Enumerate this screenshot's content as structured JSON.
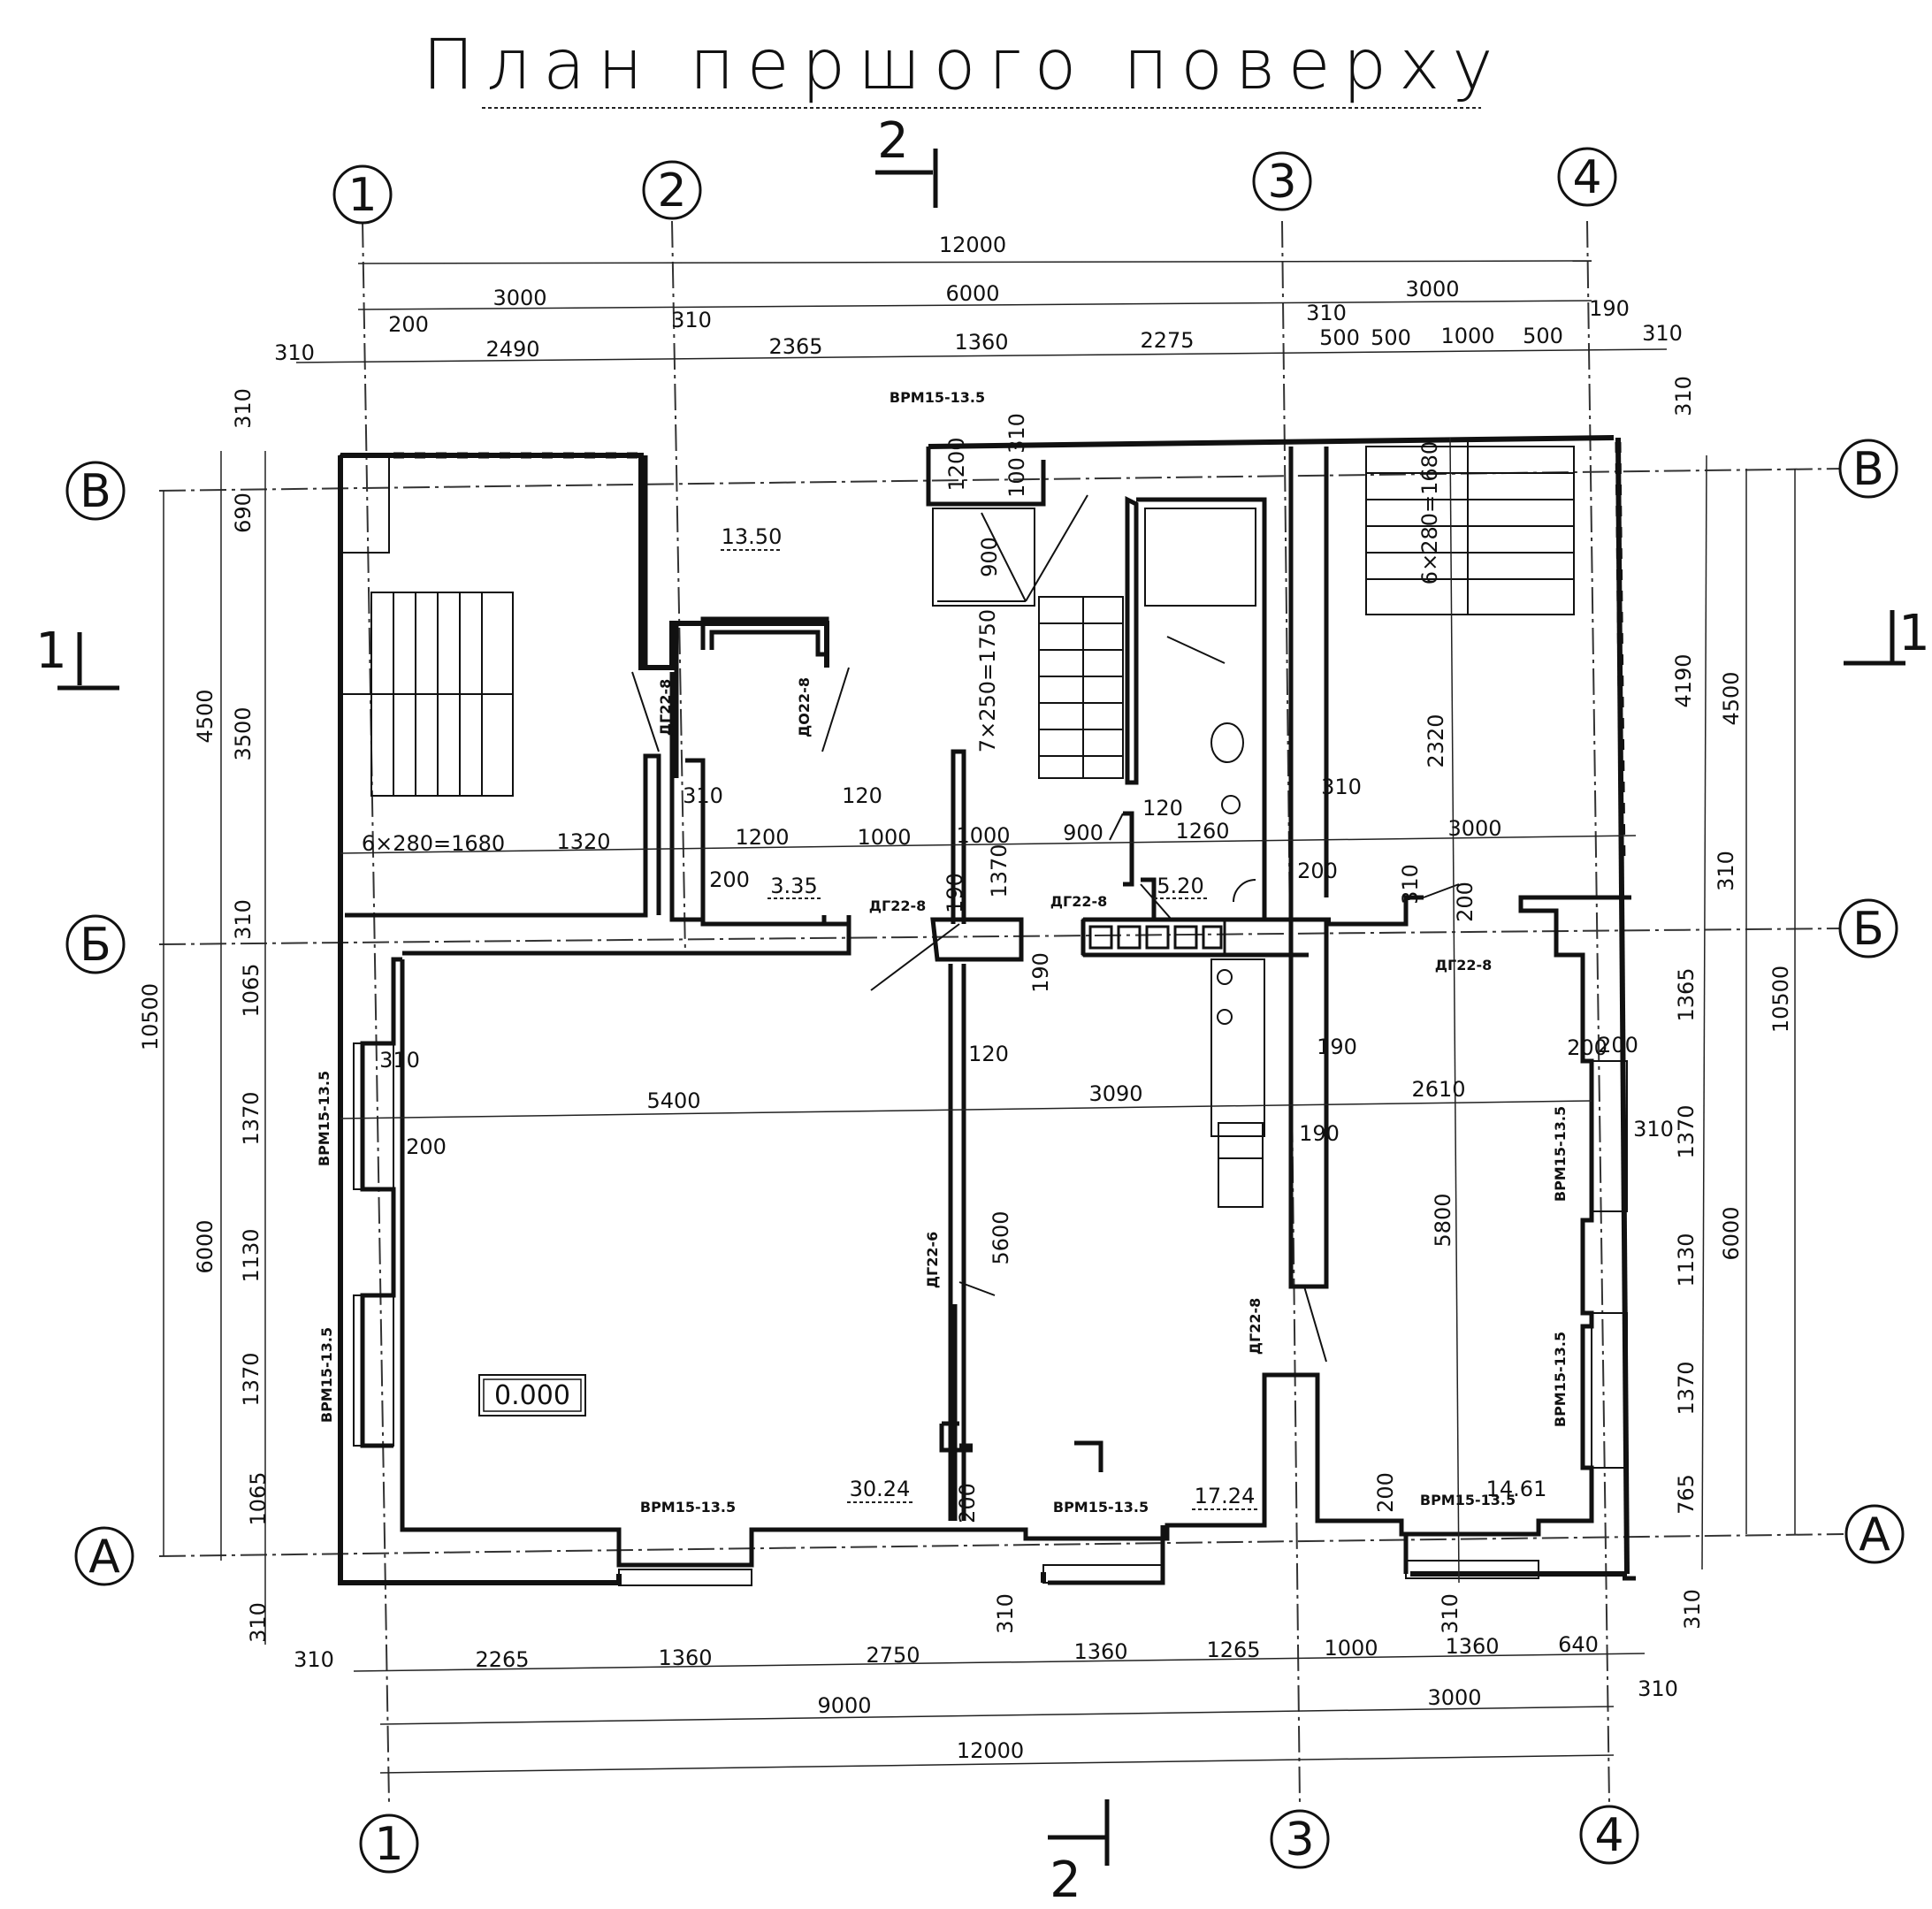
{
  "title": "План першого поверху",
  "axes": {
    "numeric": [
      "1",
      "2",
      "3",
      "4"
    ],
    "letters": [
      "В",
      "Б",
      "А"
    ]
  },
  "section_cuts": {
    "s1": "1",
    "s2": "2"
  },
  "elevation": "0.000",
  "rooms": {
    "r1": "13.50",
    "r2": "3.35",
    "r3": "5.20",
    "r4": "30.24",
    "r5": "17.24",
    "r6": "14.61"
  },
  "marks": {
    "win": "ВРМ15-13.5",
    "door1": "ДГ22-8",
    "door2": "ДО22-8",
    "door3": "ДГ22-6",
    "door4": "ДГ22-8"
  },
  "stairs": {
    "left": "6×280=1680",
    "middle": "7×250=1750",
    "right": "6×280=1680"
  },
  "dims_top": {
    "total": "12000",
    "d3000a": "3000",
    "d6000": "6000",
    "d3000b": "3000",
    "c310a": "310",
    "c200": "200",
    "c2490": "2490",
    "c310b": "310",
    "c2365": "2365",
    "c1360": "1360",
    "c2275": "2275",
    "c310c": "310",
    "c500a": "500",
    "c500b": "500",
    "c1000": "1000",
    "c500c": "500",
    "c190": "190",
    "c310d": "310"
  },
  "dims_bottom": {
    "total": "12000",
    "d9000": "9000",
    "d3000": "3000",
    "b310a": "310",
    "b2265": "2265",
    "b1360a": "1360",
    "b2750": "2750",
    "b1360b": "1360",
    "b1265": "1265",
    "b1000": "1000",
    "b1360c": "1360",
    "b640": "640",
    "b310b": "310"
  },
  "dims_left": {
    "total": "10500",
    "d4500": "4500",
    "d6000": "6000",
    "l310a": "310",
    "l690": "690",
    "l3500": "3500",
    "l310b": "310",
    "l1065a": "1065",
    "l1370a": "1370",
    "l1130": "1130",
    "l1370b": "1370",
    "l1065b": "1065",
    "l310c": "310"
  },
  "dims_right": {
    "total": "10500",
    "d4500": "4500",
    "d6000": "6000",
    "r310a": "310",
    "r4190": "4190",
    "r310b": "310",
    "r1365": "1365",
    "r1370a": "1370",
    "r1130": "1130",
    "r1370b": "1370",
    "r765": "765",
    "r310c": "310"
  },
  "dims_inner": {
    "i1320": "1320",
    "i310a": "310",
    "i1200": "1200",
    "i200a": "200",
    "i120a": "120",
    "i1000a": "1000",
    "i1000b": "1000",
    "i900": "900",
    "i120b": "120",
    "i1260": "1260",
    "i310b": "310",
    "i200b": "200",
    "i3000": "3000",
    "i310c": "310",
    "i200c": "200",
    "i2320": "2320",
    "i190a": "190",
    "i1370": "1370",
    "i190b": "190",
    "i5400": "5400",
    "i3090": "3090",
    "i2610": "2610",
    "i120c": "120",
    "i190c": "190",
    "i190d": "190",
    "i310d": "310",
    "i200d": "200",
    "i5600": "5600",
    "i5800": "5800",
    "i310e": "310",
    "i200e": "200",
    "i200f": "200",
    "i200g": "200",
    "i310f": "310",
    "i1200s": "1200",
    "i310s": "310",
    "i100s": "100",
    "i900s": "900",
    "i200h": "200",
    "i310g": "310"
  }
}
